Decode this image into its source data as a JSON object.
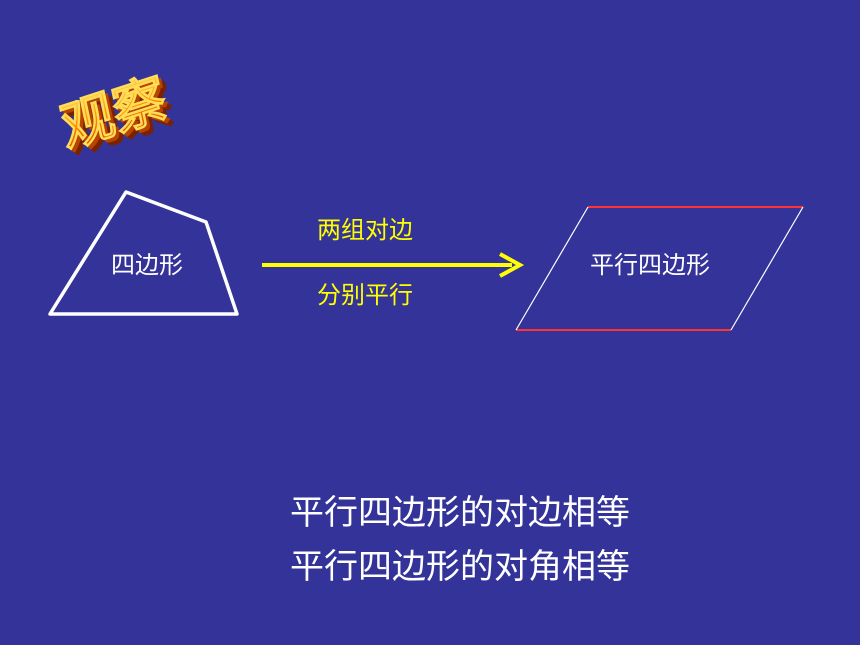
{
  "slide": {
    "title_wordart": "观察",
    "quadrilateral": {
      "label": "四边形"
    },
    "arrow": {
      "label_top": "两组对边",
      "label_bottom": "分别平行"
    },
    "parallelogram": {
      "label": "平行四边形"
    },
    "conclusions": [
      "平行四边形的对边相等",
      "平行四边形的对角相等"
    ]
  },
  "colors": {
    "background": "#333399",
    "text": "#ffffff",
    "highlight": "#ffff00",
    "wordart": "#ff6600",
    "parallel_edges": "#ff3333"
  }
}
